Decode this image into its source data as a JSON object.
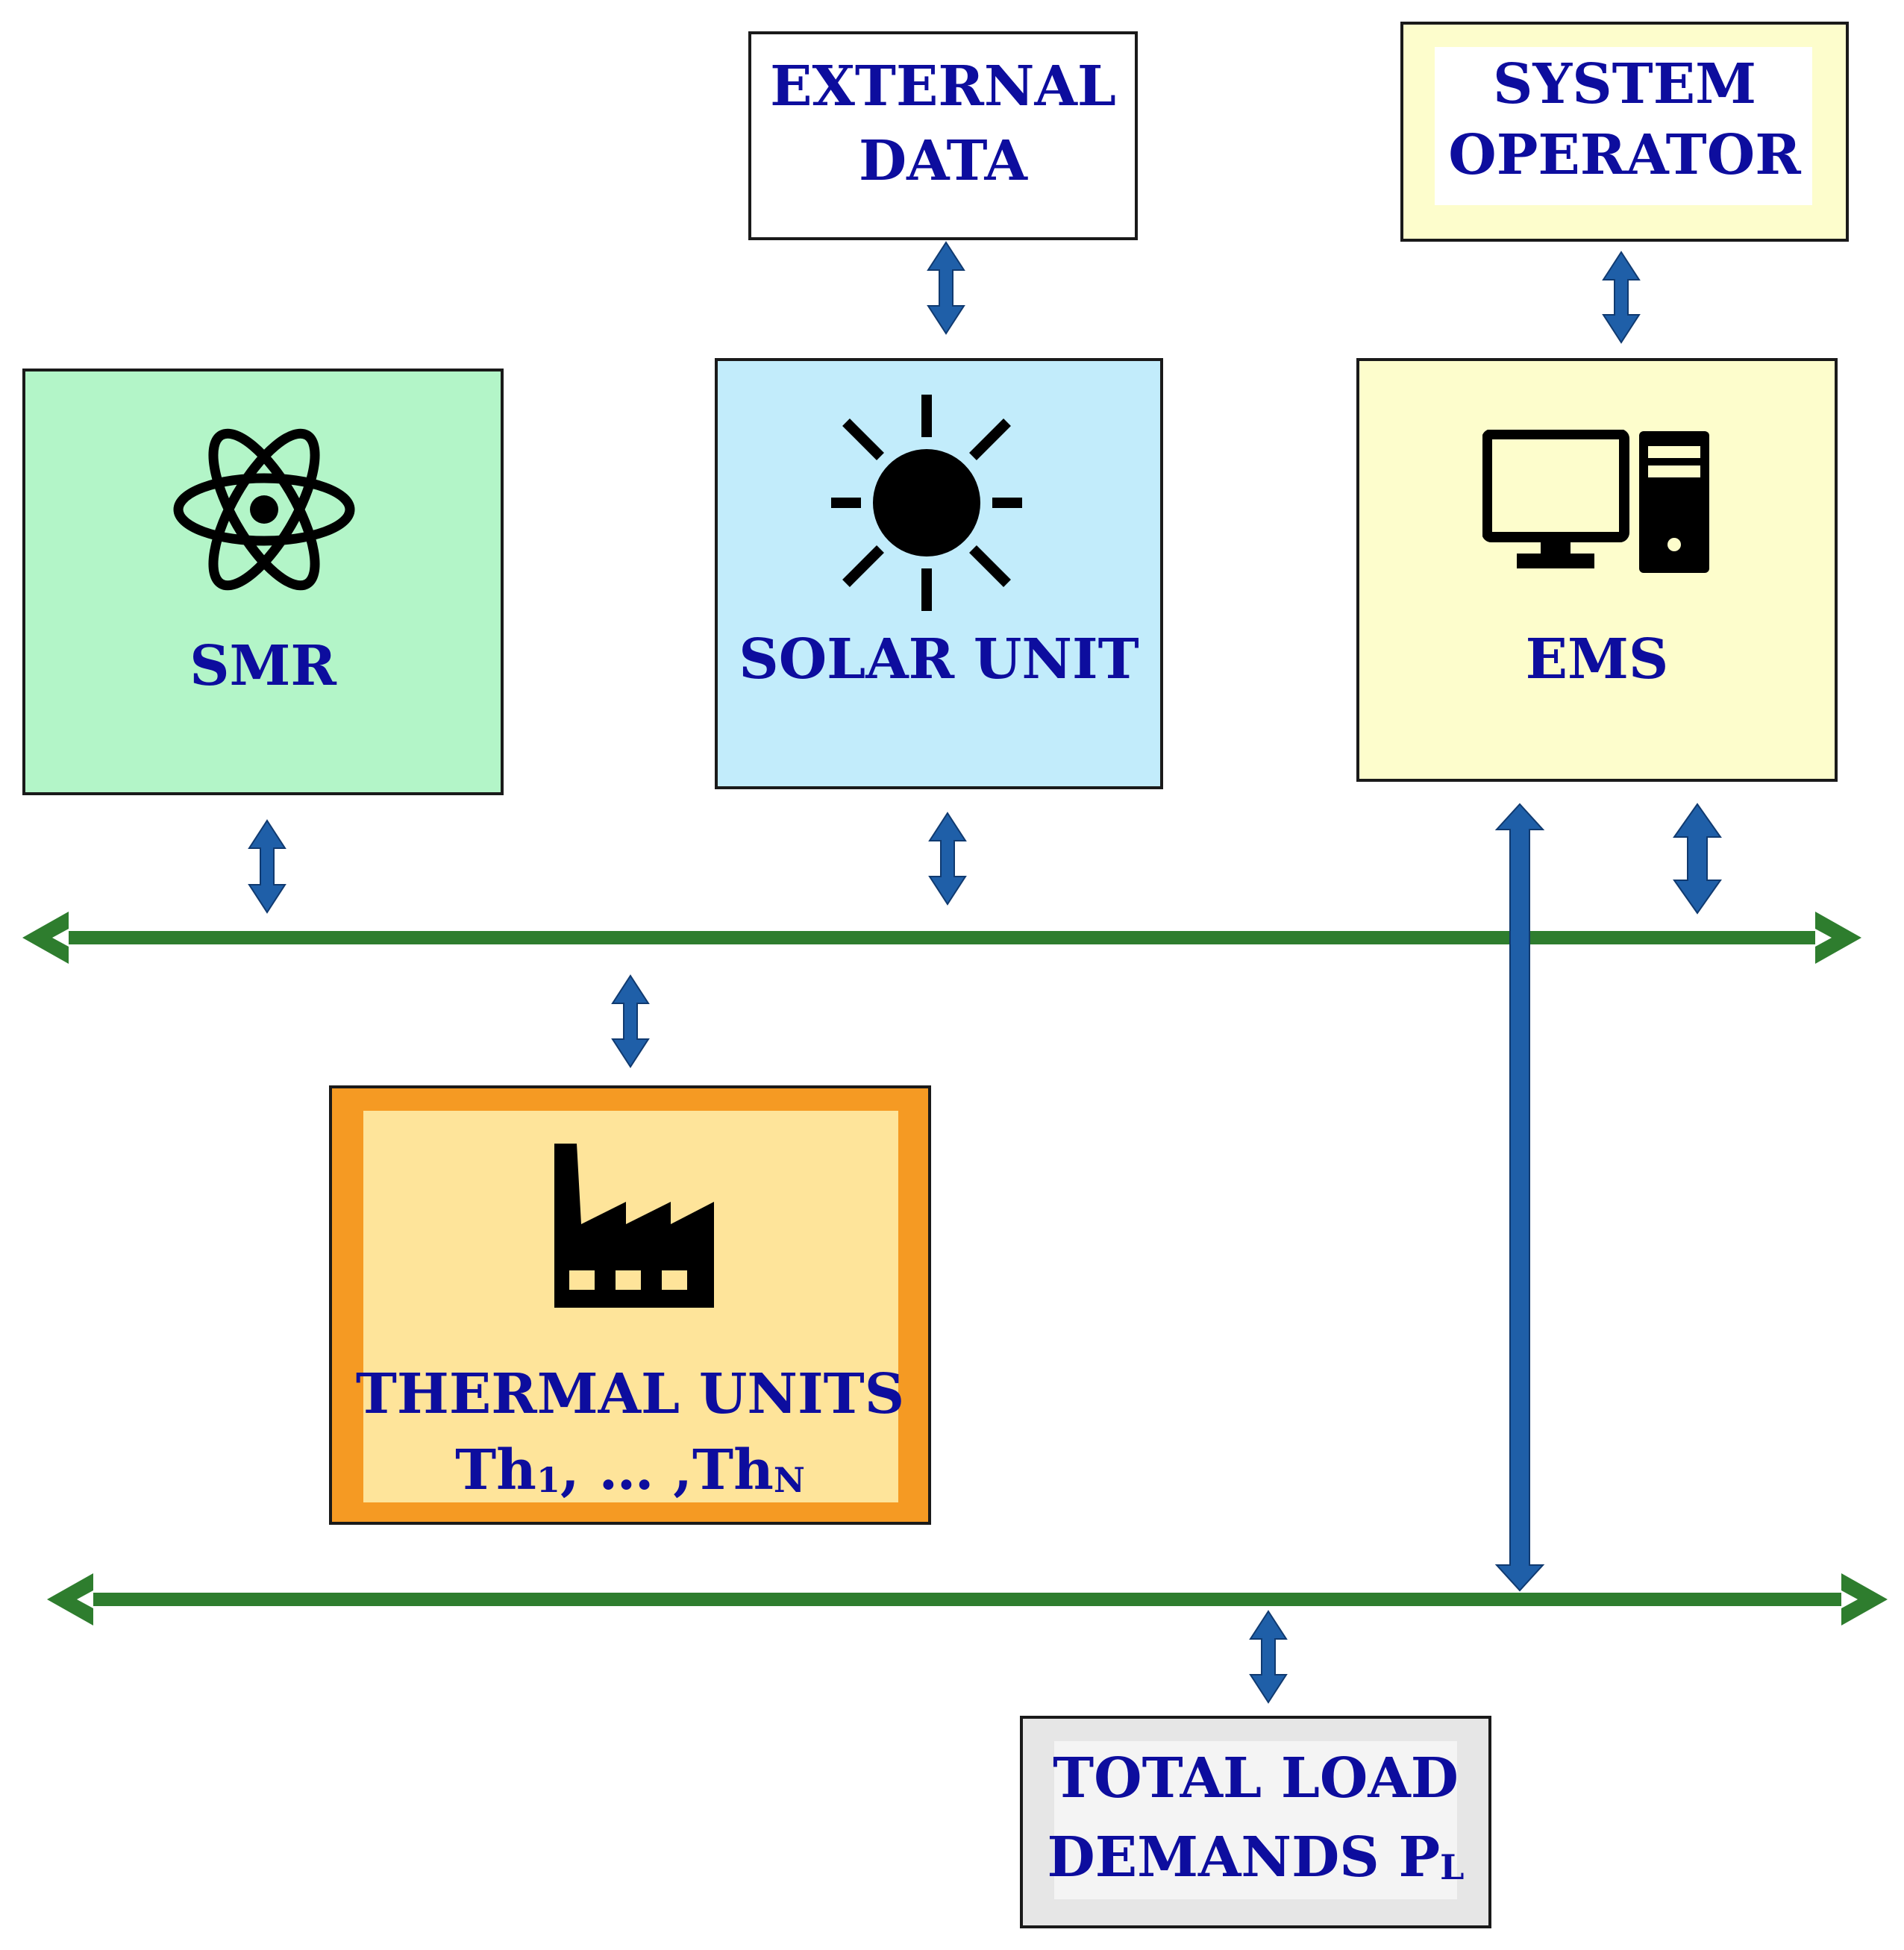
{
  "external_data": {
    "line1": "EXTERNAL",
    "line2": "DATA"
  },
  "system_operator": {
    "line1": "SYSTEM",
    "line2": "OPERATOR"
  },
  "smr": {
    "label": "SMR",
    "icon": "atom-icon"
  },
  "solar": {
    "label": "SOLAR UNIT",
    "icon": "sun-icon"
  },
  "ems": {
    "label": "EMS",
    "icon": "computer-icon"
  },
  "thermal": {
    "line1": "THERMAL UNITS",
    "first_base": "Th",
    "first_sub": "1",
    "separator": ", … ,",
    "last_base": "Th",
    "last_sub": "N",
    "icon": "factory-icon"
  },
  "load": {
    "line1": "TOTAL LOAD",
    "line2_base": "DEMANDS P",
    "line2_sub": "L"
  },
  "colors": {
    "label_text": "#0d0d9e",
    "bus": "#2e7d2e",
    "link_arrow": "#1f5fa8",
    "smr_fill": "#b3f5c8",
    "solar_fill": "#c2ecfb",
    "ems_fill": "#fdfdcc",
    "thermal_outer": "#f59a23",
    "thermal_inner": "#fee49a",
    "load_fill": "#e8e8e8"
  }
}
